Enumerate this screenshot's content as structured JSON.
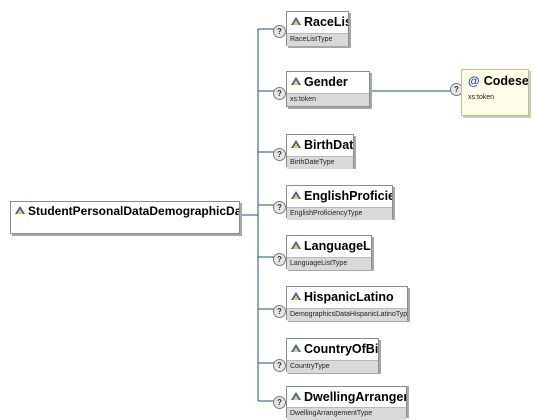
{
  "root": {
    "name": "StudentPersonalDataDemographicDataType"
  },
  "children": [
    {
      "name": "RaceList",
      "type": "RaceListType"
    },
    {
      "name": "Gender",
      "type": "xs:token"
    },
    {
      "name": "BirthDate",
      "type": "BirthDateType"
    },
    {
      "name": "EnglishProficiency",
      "type": "EnglishProficiencyType"
    },
    {
      "name": "LanguageList",
      "type": "LanguageListType"
    },
    {
      "name": "HispanicLatino",
      "type": "DemographicsDataHispanicLatinoType"
    },
    {
      "name": "CountryOfBirth",
      "type": "CountryType"
    },
    {
      "name": "DwellingArrangement",
      "type": "DwellingArrangementType"
    }
  ],
  "attribute": {
    "symbol": "@",
    "name": "Codeset",
    "type": "xs:token"
  },
  "help_glyph": "?",
  "colors": {
    "line": "#1f4f86",
    "attr_bg": "#fffde9",
    "type_bg": "#d9d9d9"
  }
}
